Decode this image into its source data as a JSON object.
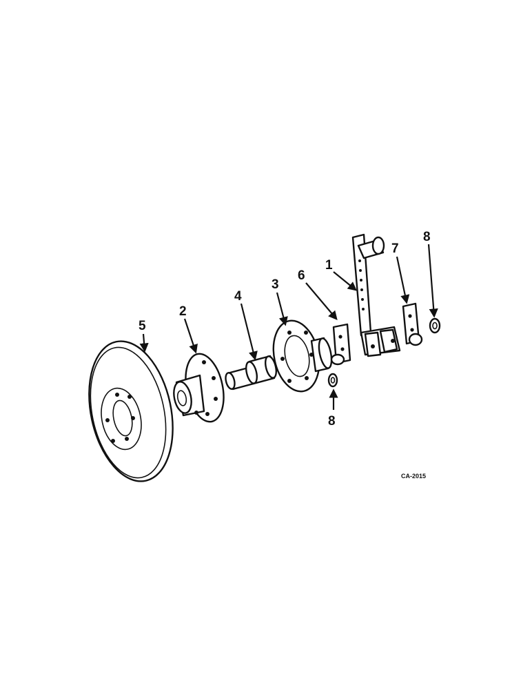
{
  "diagram": {
    "callouts": [
      {
        "id": "5",
        "label": "5"
      },
      {
        "id": "2",
        "label": "2"
      },
      {
        "id": "4",
        "label": "4"
      },
      {
        "id": "3",
        "label": "3"
      },
      {
        "id": "6",
        "label": "6"
      },
      {
        "id": "1",
        "label": "1"
      },
      {
        "id": "7",
        "label": "7"
      },
      {
        "id": "8a",
        "label": "8"
      },
      {
        "id": "8b",
        "label": "8"
      }
    ],
    "drawing_code": "CA-2015"
  }
}
